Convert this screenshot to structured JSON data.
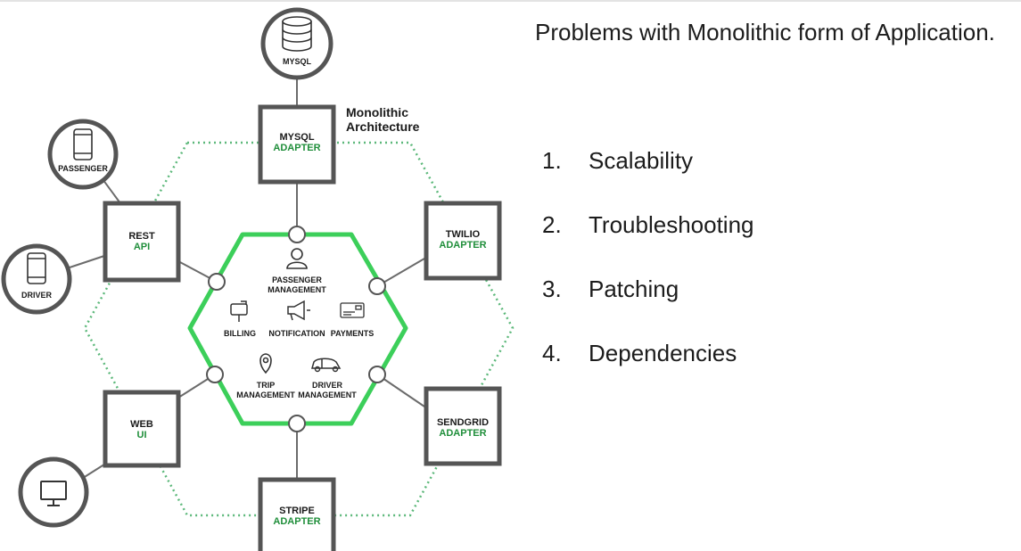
{
  "diagram": {
    "title_line1": "Monolithic",
    "title_line2": "Architecture",
    "external": {
      "mysql": "MYSQL",
      "passenger": "PASSENGER",
      "driver": "DRIVER"
    },
    "adapters": {
      "mysql_adapter": {
        "line1": "MYSQL",
        "line2": "ADAPTER"
      },
      "rest_api": {
        "line1": "REST",
        "line2": "API"
      },
      "twilio_adapter": {
        "line1": "TWILIO",
        "line2": "ADAPTER"
      },
      "web_ui": {
        "line1": "WEB",
        "line2": "UI"
      },
      "sendgrid_adapter": {
        "line1": "SENDGRID",
        "line2": "ADAPTER"
      },
      "stripe_adapter": {
        "line1": "STRIPE",
        "line2": "ADAPTER"
      }
    },
    "core": {
      "passenger_management": {
        "line1": "PASSENGER",
        "line2": "MANAGEMENT"
      },
      "billing": "BILLING",
      "notification": "NOTIFICATION",
      "payments": "PAYMENTS",
      "trip_management": {
        "line1": "TRIP",
        "line2": "MANAGEMENT"
      },
      "driver_management": {
        "line1": "DRIVER",
        "line2": "MANAGEMENT"
      }
    },
    "colors": {
      "core_border": "#3ccf5a",
      "adapter_text_green": "#1f8e3a",
      "dotted_outline": "#5cb87a",
      "box_border": "#555555"
    }
  },
  "slide": {
    "title": "Problems with Monolithic form of Application.",
    "problems": [
      {
        "num": "1.",
        "text": "Scalability"
      },
      {
        "num": "2.",
        "text": "Troubleshooting"
      },
      {
        "num": "3.",
        "text": "Patching"
      },
      {
        "num": "4.",
        "text": "Dependencies"
      }
    ]
  }
}
